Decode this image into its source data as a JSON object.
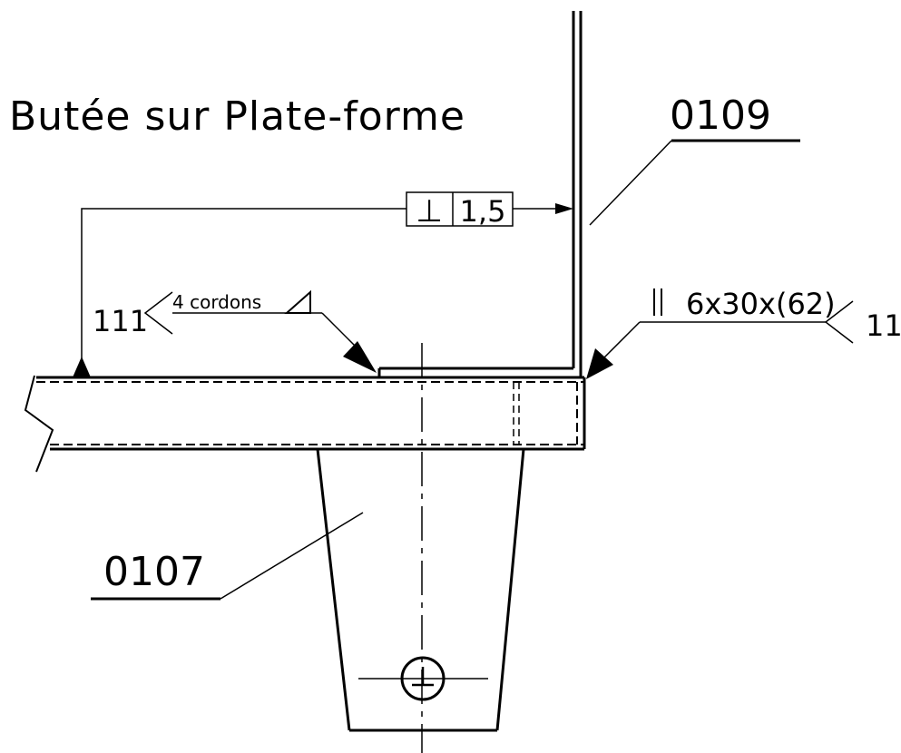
{
  "title": "Butée sur Plate-forme",
  "labels": {
    "part_top": "0109",
    "part_bottom": "0107"
  },
  "tolerance": {
    "symbol": "⊥",
    "value": "1,5"
  },
  "welds": {
    "left_process": "111",
    "left_note": "4 cordons",
    "right_spec": "6x30x(62)",
    "right_process": "11"
  },
  "colors": {
    "ink": "#000000",
    "paper": "#ffffff"
  }
}
